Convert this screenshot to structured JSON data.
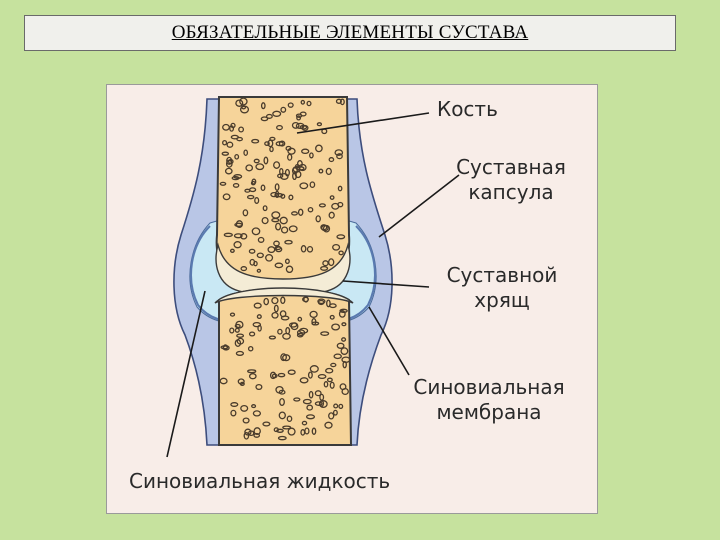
{
  "title": "ОБЯЗАТЕЛЬНЫЕ ЭЛЕМЕНТЫ СУСТАВА",
  "labels": {
    "bone": "Кость",
    "capsule_1": "Суставная",
    "capsule_2": "капсула",
    "cartilage_1": "Суставной",
    "cartilage_2": "хрящ",
    "membrane_1": "Синовиальная",
    "membrane_2": "мембрана",
    "fluid": "Синовиальная жидкость"
  },
  "colors": {
    "page_background": "#c6e29e",
    "panel_background": "#f8ede8",
    "capsule": "#b9c6e6",
    "synovial_fluid": "#c9e8f4",
    "bone": "#f6d49a",
    "cartilage": "#f4ecd6",
    "pores": "#4a3c2c"
  }
}
